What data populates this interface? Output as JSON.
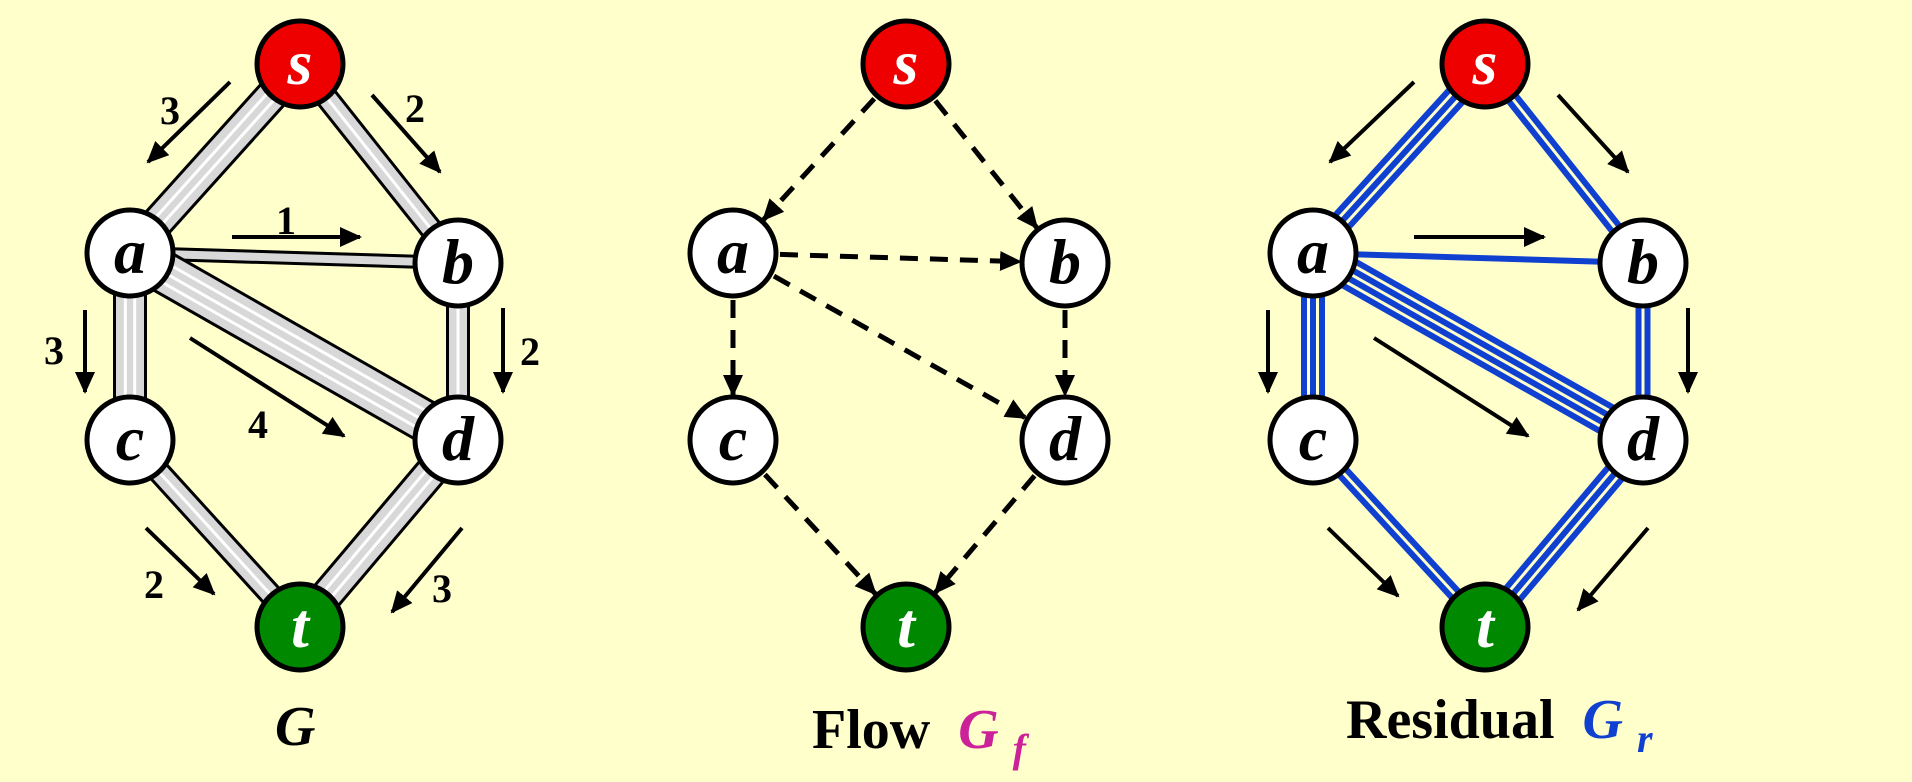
{
  "colors": {
    "background": "#ffffcc",
    "source": "#ee0000",
    "sink": "#008800",
    "node": "#ffffff",
    "residual": "#1040d0",
    "flow_sub": "#cc2299"
  },
  "nodes": {
    "s": "s",
    "a": "a",
    "b": "b",
    "c": "c",
    "d": "d",
    "t": "t"
  },
  "graph_g": {
    "title": "G",
    "edges": [
      {
        "from": "s",
        "to": "a",
        "capacity": "3"
      },
      {
        "from": "s",
        "to": "b",
        "capacity": "2"
      },
      {
        "from": "a",
        "to": "b",
        "capacity": "1"
      },
      {
        "from": "a",
        "to": "c",
        "capacity": "3"
      },
      {
        "from": "a",
        "to": "d",
        "capacity": "4"
      },
      {
        "from": "b",
        "to": "d",
        "capacity": "2"
      },
      {
        "from": "c",
        "to": "t",
        "capacity": "2"
      },
      {
        "from": "d",
        "to": "t",
        "capacity": "3"
      }
    ]
  },
  "graph_flow": {
    "title_prefix": "Flow",
    "title_symbol": "G",
    "title_sub": "f"
  },
  "graph_residual": {
    "title_prefix": "Residual",
    "title_symbol": "G",
    "title_sub": "r"
  }
}
